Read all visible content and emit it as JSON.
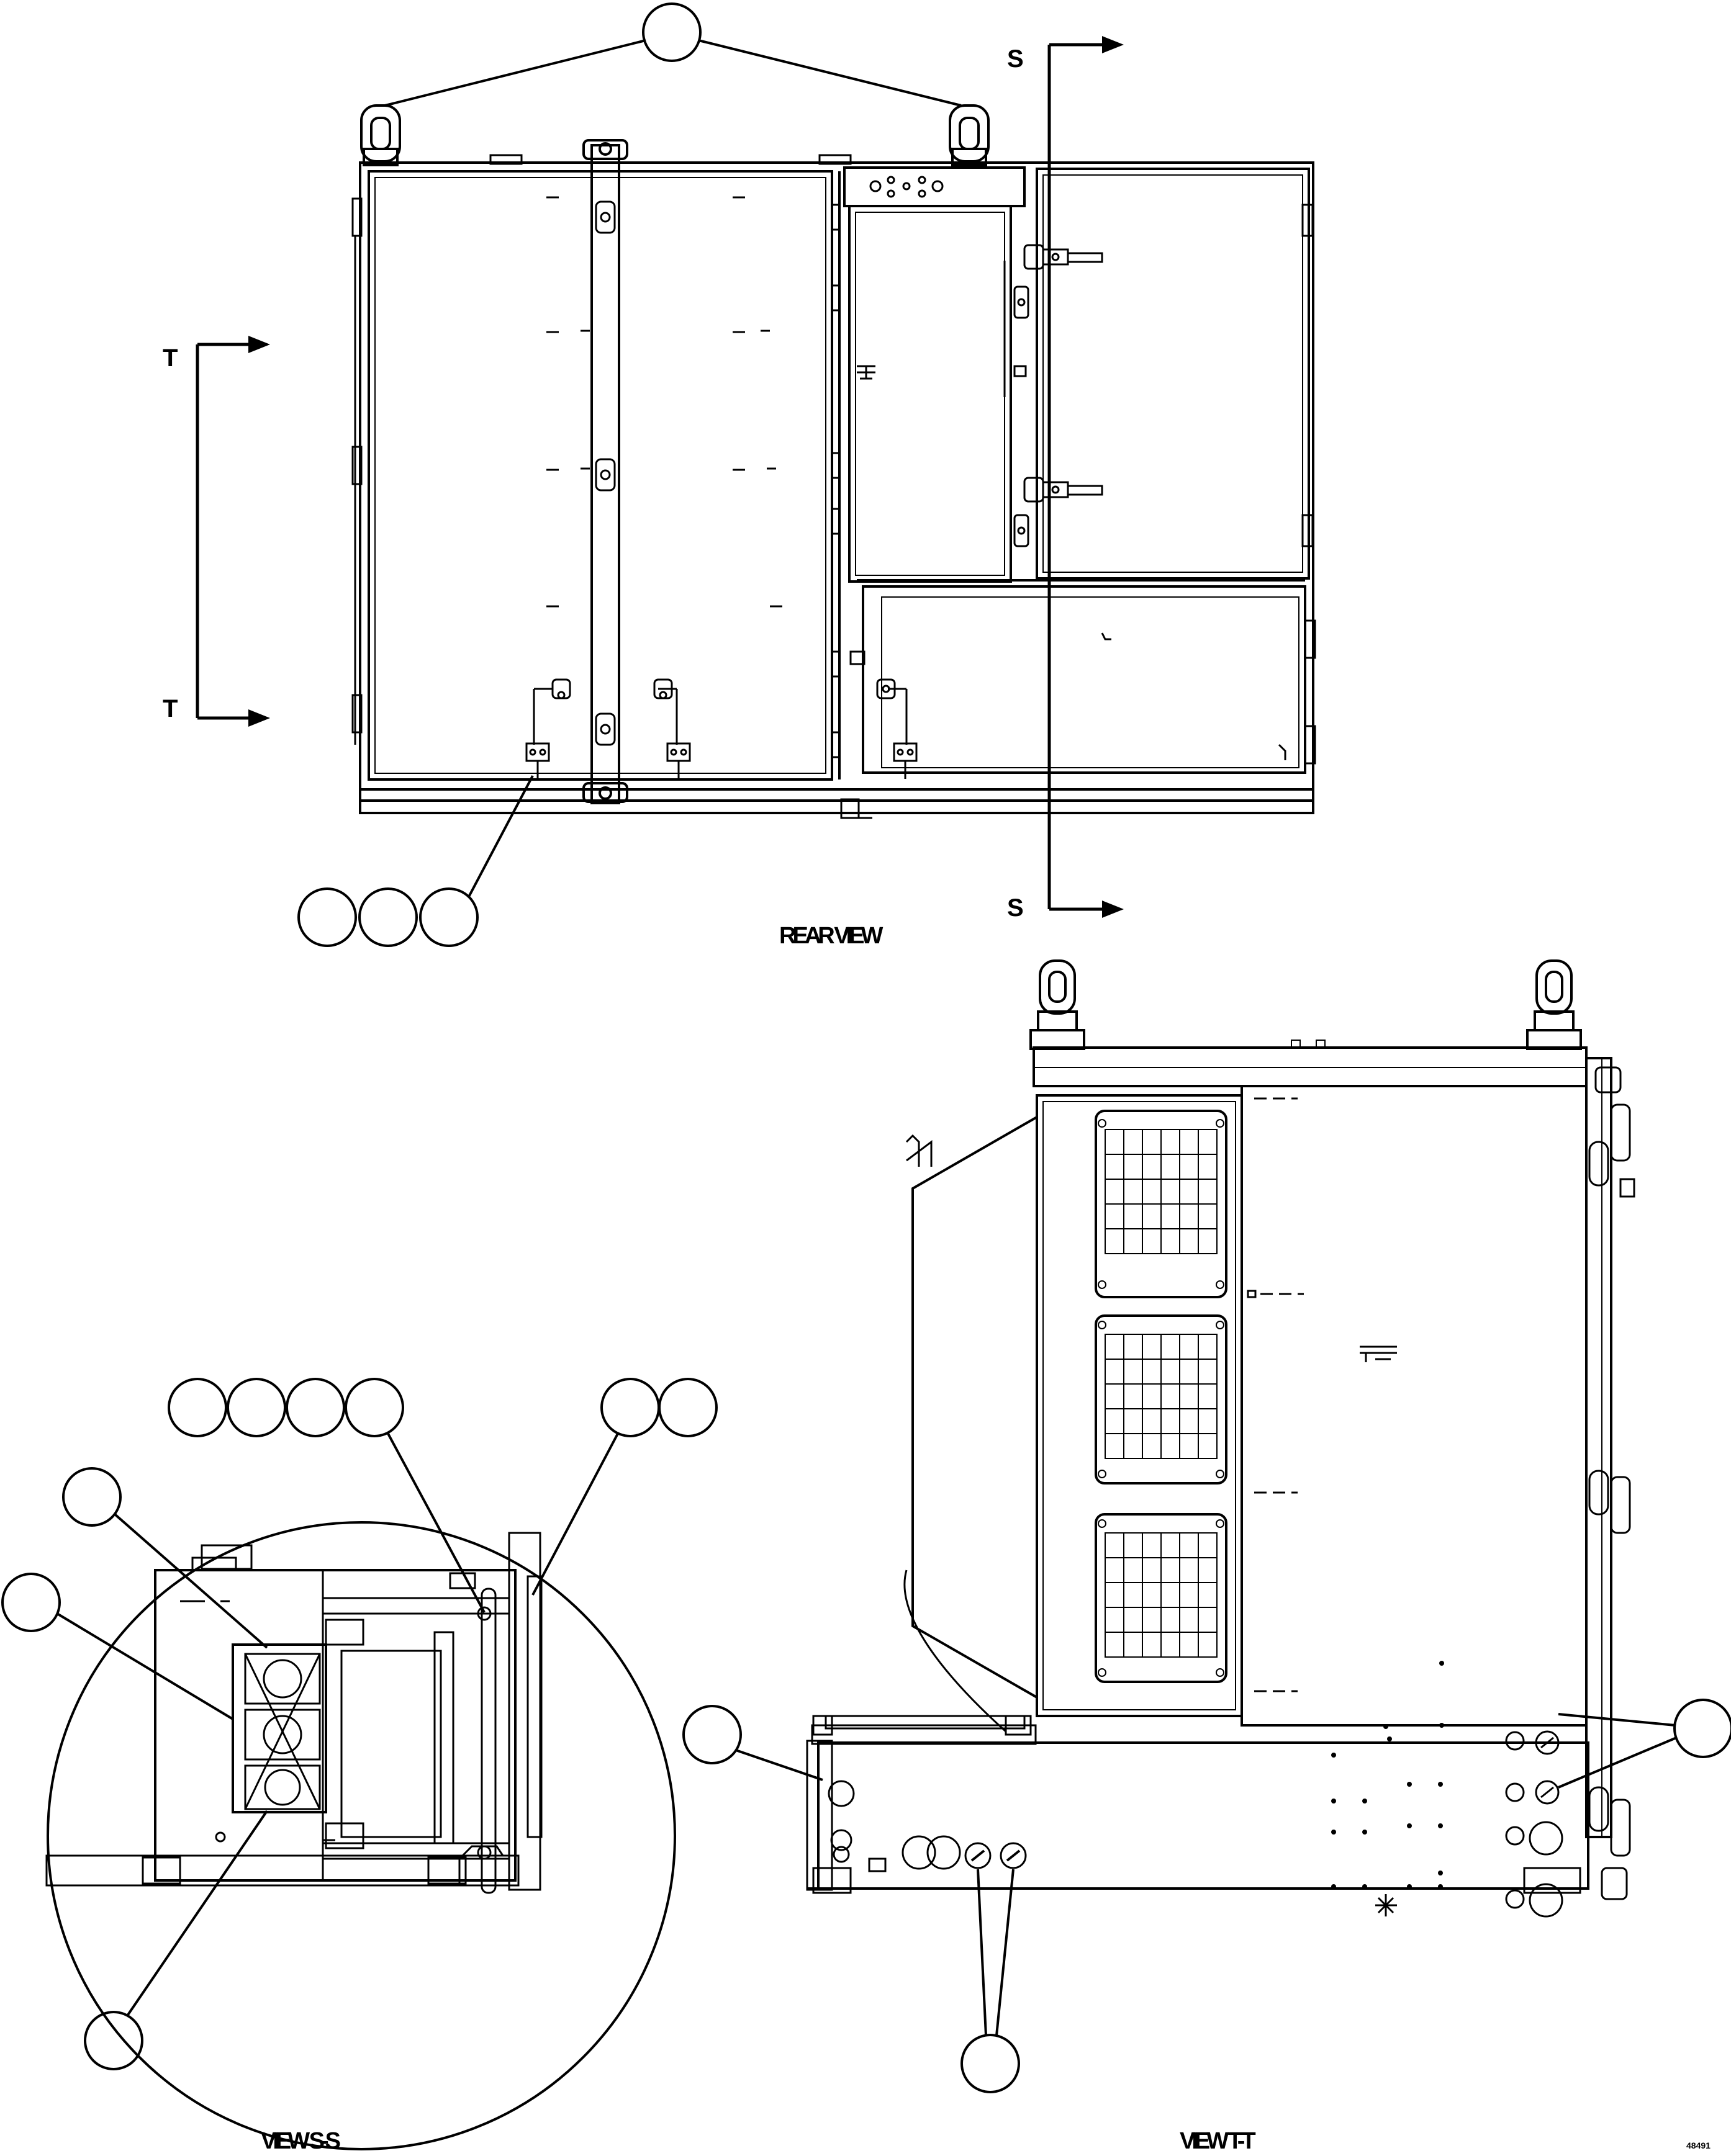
{
  "labels": {
    "section_s": "S",
    "section_t": "T",
    "rear_view": "REAR VIEW",
    "view_ss": "VIEW S-S",
    "view_tt": "VIEW T-T",
    "drawing_id": "48491"
  }
}
